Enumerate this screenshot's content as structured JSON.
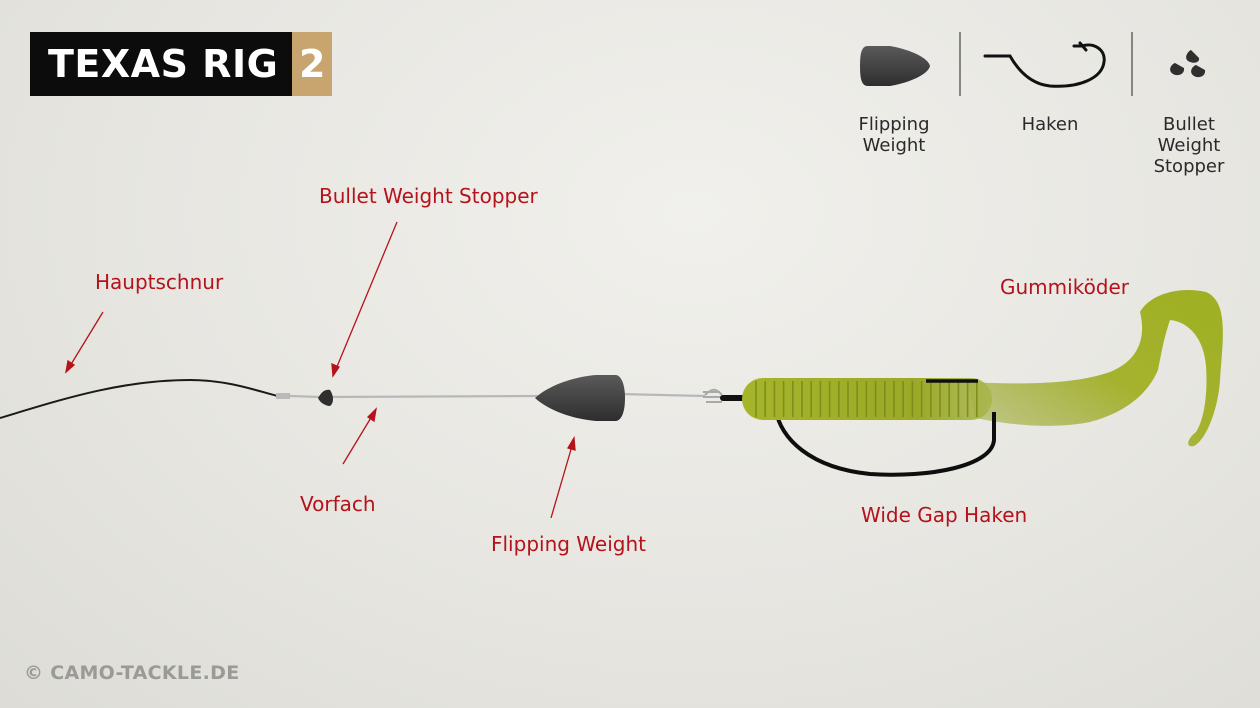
{
  "title": {
    "main": "TEXAS RIG",
    "number": "2"
  },
  "legend": [
    {
      "label": "Flipping\nWeight",
      "icon": "flipping-weight-icon"
    },
    {
      "label": "Haken",
      "icon": "hook-icon"
    },
    {
      "label": "Bullet\nWeight\nStopper",
      "icon": "bullet-weight-stopper-icon"
    }
  ],
  "callouts": {
    "hauptschnur": "Hauptschnur",
    "bullet_weight_stopper": "Bullet Weight Stopper",
    "vorfach": "Vorfach",
    "flipping_weight": "Flipping Weight",
    "wide_gap_haken": "Wide Gap Haken",
    "gummikoeder": "Gummiköder"
  },
  "copyright": "© CAMO-TACKLE.DE",
  "colors": {
    "callout": "#b5121b",
    "title_bg": "#0c0c0c",
    "title_accent": "#c8a56f",
    "bait": "#a3b227",
    "weight": "#3c3c3c"
  }
}
